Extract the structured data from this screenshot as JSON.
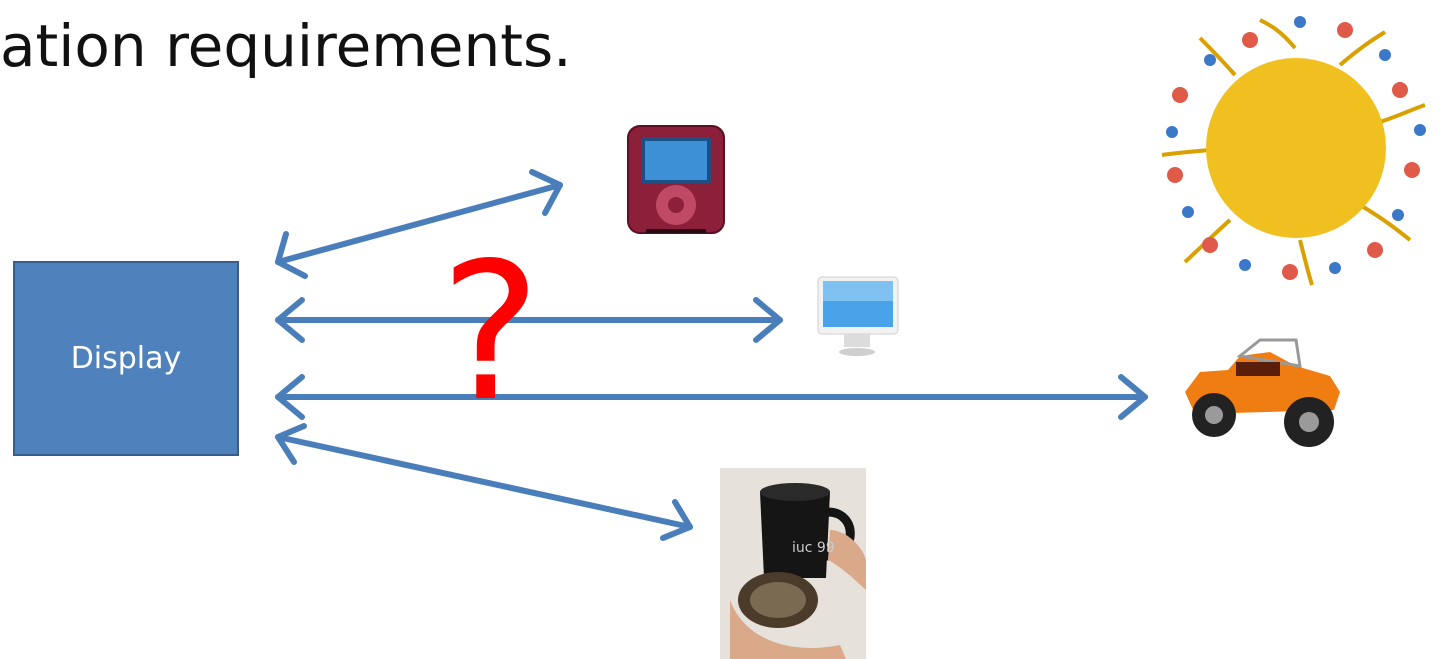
{
  "slide": {
    "title": "ation requirements."
  },
  "diagram": {
    "center_label": "Display",
    "uncertainty_mark": "?",
    "connections": [
      {
        "target": "music-player",
        "direction": "bidirectional"
      },
      {
        "target": "desktop-computer",
        "direction": "bidirectional"
      },
      {
        "target": "dune-buggy-car",
        "direction": "bidirectional"
      },
      {
        "target": "mug-with-electronics",
        "direction": "bidirectional"
      }
    ],
    "devices": [
      {
        "id": "music-player",
        "icon": "music-player-icon"
      },
      {
        "id": "desktop-computer",
        "icon": "desktop-computer-icon"
      },
      {
        "id": "dune-buggy-car",
        "icon": "car-icon"
      },
      {
        "id": "mug-with-electronics",
        "icon": "mug-icon"
      },
      {
        "id": "sun-with-people",
        "icon": "sun-people-illustration"
      }
    ]
  },
  "colors": {
    "box_fill": "#4f81bd",
    "box_border": "#385d8a",
    "arrow": "#4a7ebb",
    "question_mark": "#ff0000",
    "sun": "#f0c020"
  }
}
